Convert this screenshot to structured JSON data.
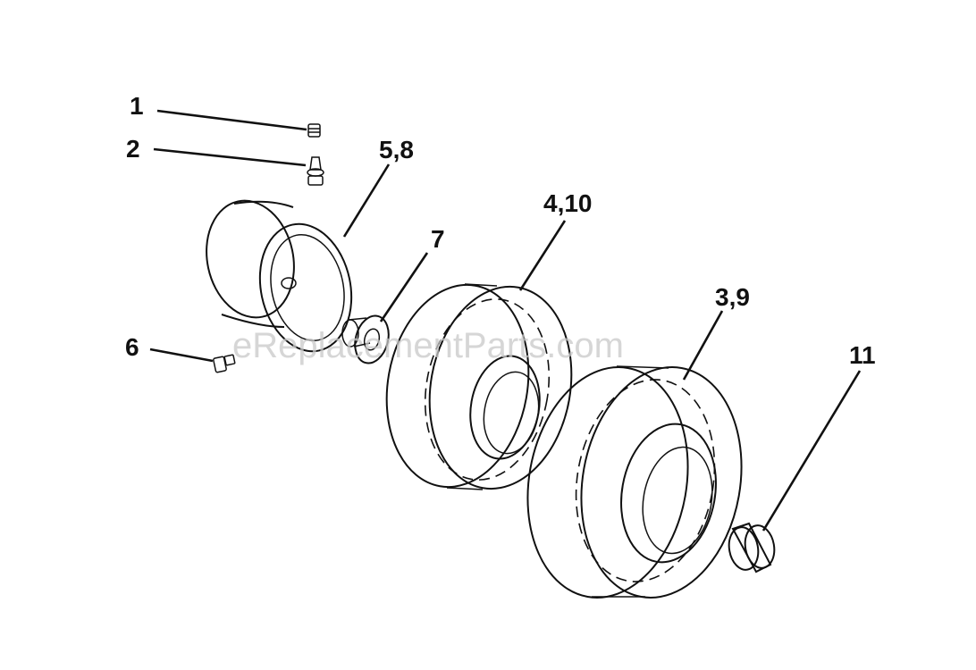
{
  "diagram": {
    "callouts": [
      {
        "id": "c1",
        "text": "1"
      },
      {
        "id": "c2",
        "text": "2"
      },
      {
        "id": "c58",
        "text": "5,8"
      },
      {
        "id": "c7",
        "text": "7"
      },
      {
        "id": "c410",
        "text": "4,10"
      },
      {
        "id": "c39",
        "text": "3,9"
      },
      {
        "id": "c6",
        "text": "6"
      },
      {
        "id": "c11",
        "text": "11"
      }
    ],
    "watermark": "eReplacementParts.com",
    "colors": {
      "line": "#111111",
      "background": "#ffffff",
      "watermark": "#c9c9c9"
    },
    "icons": [
      "valve-cap-icon",
      "valve-stem-icon",
      "wheel-rim-icon",
      "grease-fitting-icon",
      "spacer-washer-icon",
      "front-tire-icon",
      "rear-tire-icon",
      "hub-cap-icon"
    ]
  }
}
